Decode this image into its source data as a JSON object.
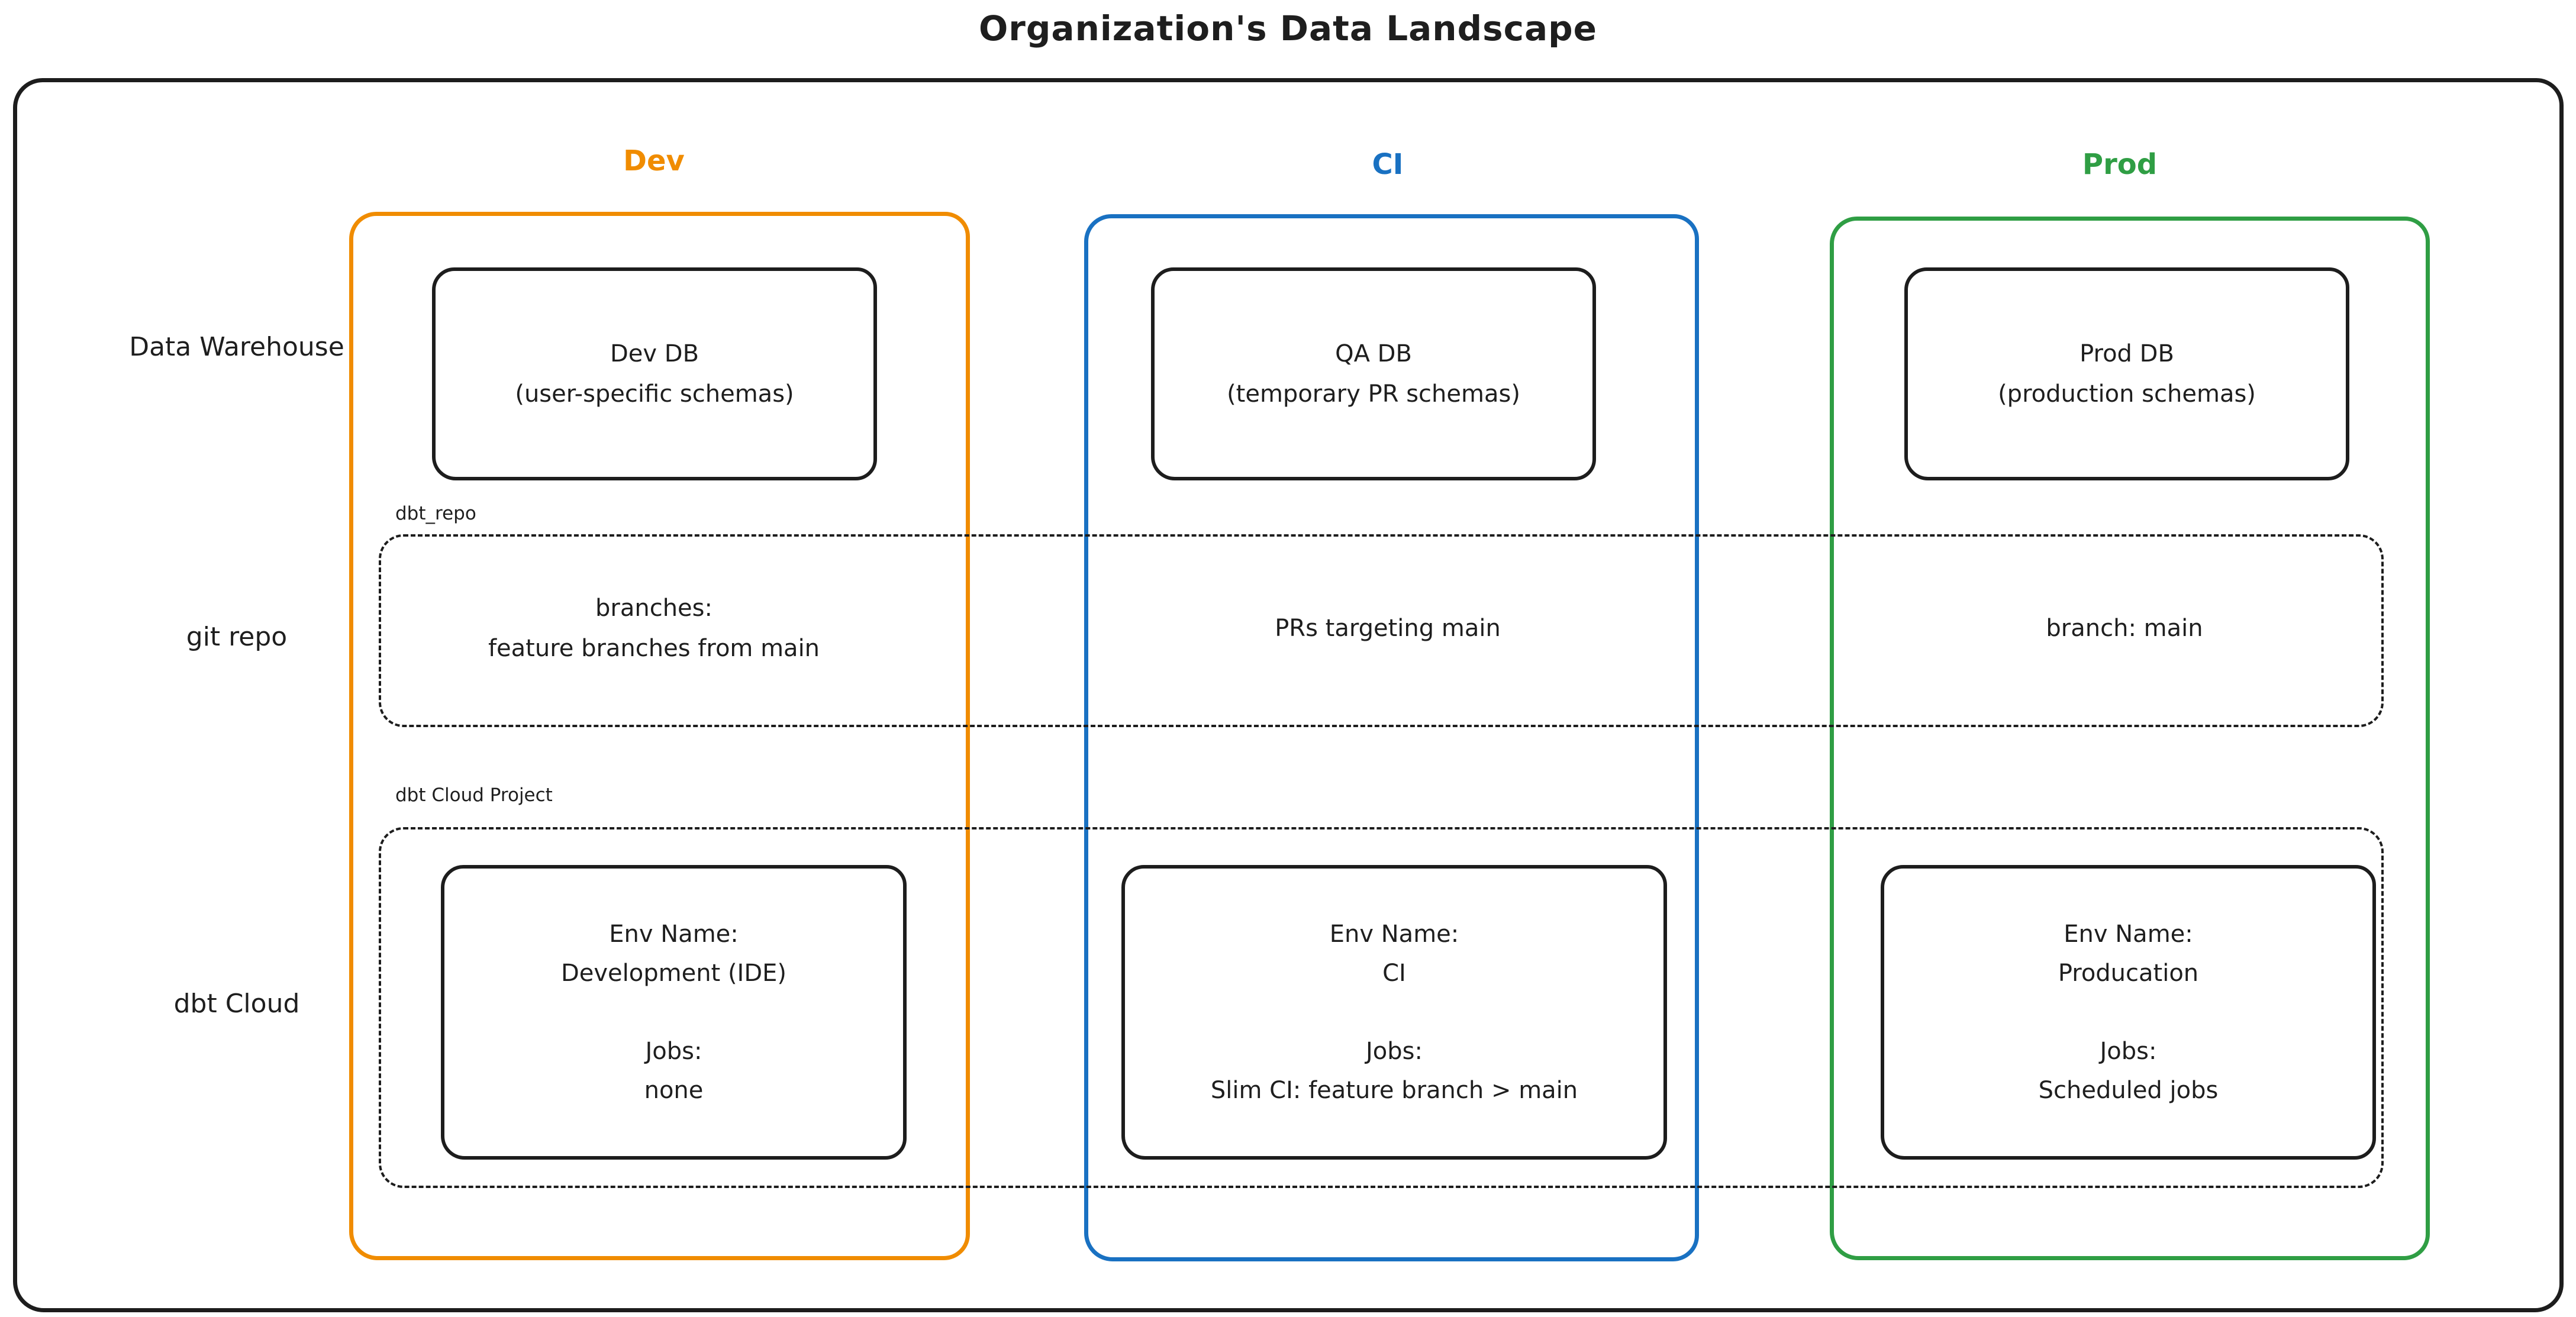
{
  "title": "Organization's Data Landscape",
  "colors": {
    "ink": "#1e1e1e",
    "dev_accent": "#f08c00",
    "ci_accent": "#1971c2",
    "prod_accent": "#2f9e44"
  },
  "row_labels": {
    "warehouse": "Data Warehouse",
    "git": "git repo",
    "dbt": "dbt Cloud"
  },
  "group_labels": {
    "git_repo": "dbt_repo",
    "dbt_cloud": "dbt Cloud Project"
  },
  "columns": {
    "dev": {
      "header": "Dev",
      "db_title": "Dev DB",
      "db_subtitle": "(user-specific schemas)",
      "git_line1": "branches:",
      "git_line2": "feature branches from main",
      "env_label": "Env Name:",
      "env_name": "Development (IDE)",
      "jobs_label": "Jobs:",
      "jobs_value": "none"
    },
    "ci": {
      "header": "CI",
      "db_title": "QA DB",
      "db_subtitle": "(temporary PR schemas)",
      "git_line1": "PRs targeting main",
      "git_line2": "",
      "env_label": "Env Name:",
      "env_name": "CI",
      "jobs_label": "Jobs:",
      "jobs_value": "Slim CI: feature branch > main"
    },
    "prod": {
      "header": "Prod",
      "db_title": "Prod DB",
      "db_subtitle": "(production schemas)",
      "git_line1": "branch: main",
      "git_line2": "",
      "env_label": "Env Name:",
      "env_name": "Producation",
      "jobs_label": "Jobs:",
      "jobs_value": "Scheduled jobs"
    }
  }
}
